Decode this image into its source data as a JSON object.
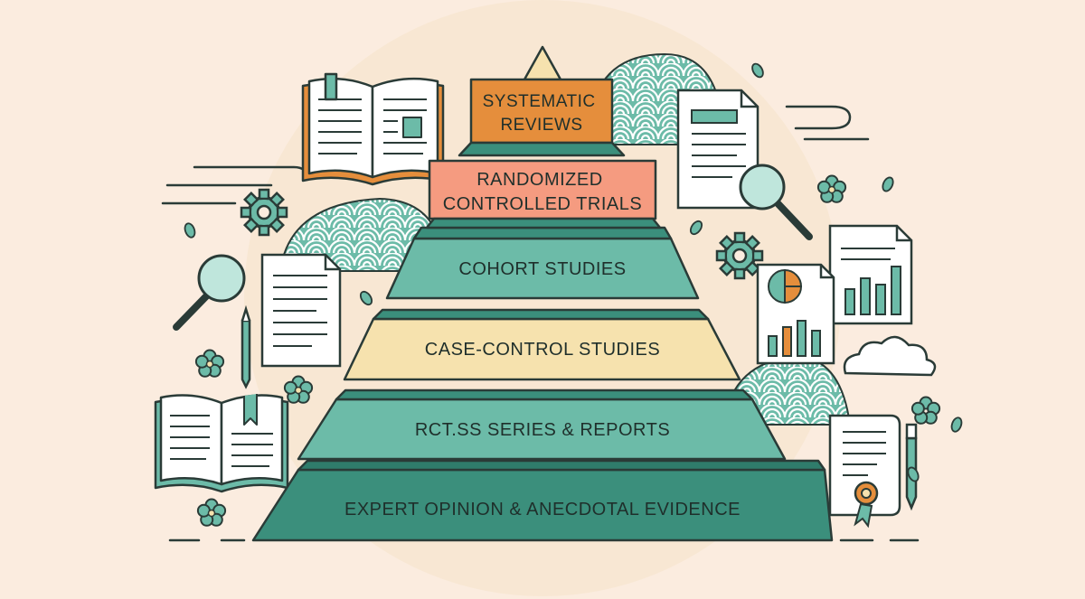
{
  "colors": {
    "background": "#fbecdf",
    "teal": "#6cbba8",
    "teal_dark": "#3b8f7c",
    "outline": "#2a3b37",
    "orange": "#e58e3c",
    "salmon": "#f59b80",
    "cream": "#f6e2ae",
    "paper": "#ffffff"
  },
  "pyramid": {
    "tiers": [
      {
        "label_lines": [
          "SYSTEMATIC",
          "REVIEWS"
        ],
        "fill": "orange"
      },
      {
        "label_lines": [
          "RANDOMIZED",
          "CONTROLLED TRIALS"
        ],
        "fill": "salmon"
      },
      {
        "label_lines": [
          "COHORT STUDIES"
        ],
        "fill": "teal"
      },
      {
        "label_lines": [
          "CASE-CONTROL STUDIES"
        ],
        "fill": "cream"
      },
      {
        "label_lines": [
          "RCT.SS SERIES & REPORTS"
        ],
        "fill": "teal"
      },
      {
        "label_lines": [
          "EXPERT OPINION & ANECDOTAL EVIDENCE"
        ],
        "fill": "teal"
      }
    ]
  },
  "decorations": [
    "open-book-icon",
    "document-icon",
    "magnifier-icon",
    "gear-icon",
    "cherry-blossom-icon",
    "wave-pattern-icon",
    "cloud-icon",
    "bar-chart-document-icon",
    "certificate-icon",
    "pencil-icon",
    "pen-icon"
  ]
}
